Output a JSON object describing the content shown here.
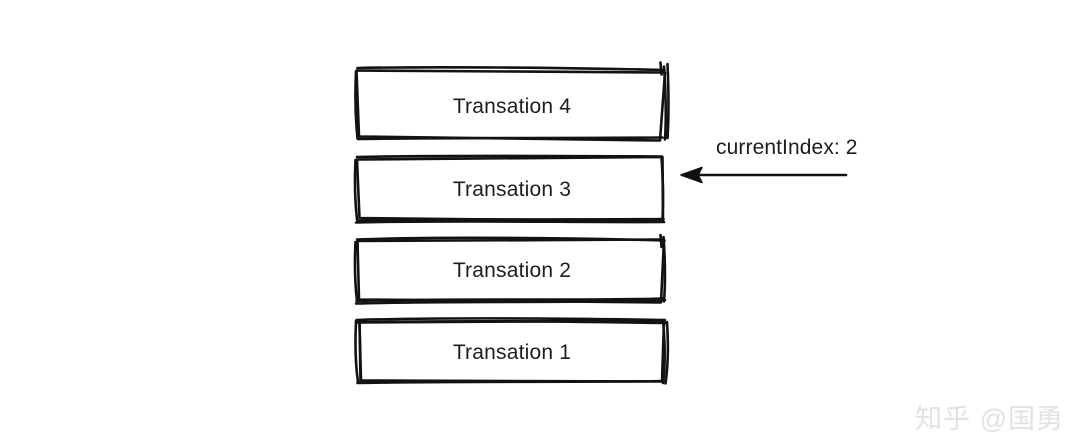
{
  "diagram": {
    "title": "transaction-stack-diagram",
    "background_color": "#ffffff",
    "stroke_color": "#121212",
    "text_color": "#1d1d1d",
    "style": "hand-drawn-sketch",
    "boxes": [
      {
        "label": "Transation 4",
        "index": 4
      },
      {
        "label": "Transation 3",
        "index": 3
      },
      {
        "label": "Transation 2",
        "index": 2
      },
      {
        "label": "Transation 1",
        "index": 1
      }
    ],
    "annotation": {
      "label": "currentIndex: 2",
      "arrow_direction": "left",
      "points_to": "Transation 3"
    }
  },
  "watermark": {
    "text": "知乎 @国勇",
    "color": "#e2e2e4"
  }
}
